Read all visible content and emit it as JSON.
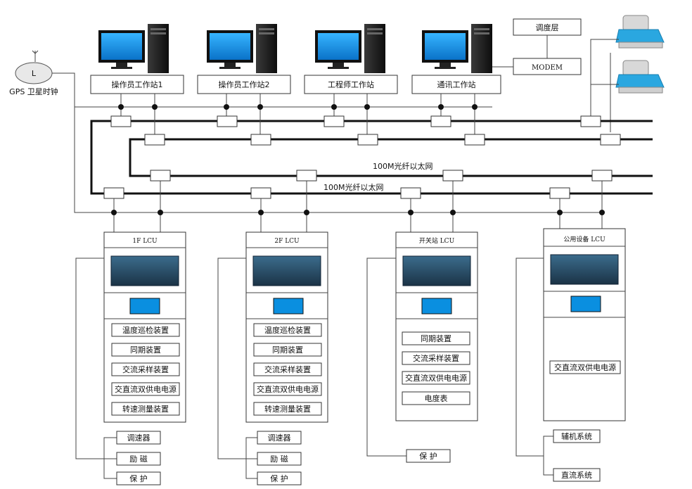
{
  "workstations": [
    {
      "label": "操作员工作站1"
    },
    {
      "label": "操作员工作站2"
    },
    {
      "label": "工程师工作站"
    },
    {
      "label": "通讯工作站"
    }
  ],
  "dispatch_label": "调度层",
  "modem_label": "MODEM",
  "gps": {
    "clock_letter": "L",
    "label": "GPS 卫星时钟"
  },
  "network_labels": [
    "100M光纤以太网",
    "100M光纤以太网"
  ],
  "lcus": [
    {
      "title": "1F   LCU",
      "devices": [
        "温度巡检装置",
        "同期装置",
        "交流采样装置",
        "交直流双供电电源",
        "转速测量装置"
      ],
      "external": [
        "调速器",
        "励  磁",
        "保  护"
      ]
    },
    {
      "title": "2F   LCU",
      "devices": [
        "温度巡检装置",
        "同期装置",
        "交流采样装置",
        "交直流双供电电源",
        "转速测量装置"
      ],
      "external": [
        "调速器",
        "励  磁",
        "保  护"
      ]
    },
    {
      "title": "开关站 LCU",
      "devices": [
        "同期装置",
        "交流采样装置",
        "交直流双供电电源",
        "电度表"
      ],
      "external": [
        "保  护"
      ]
    },
    {
      "title": "公用设备 LCU",
      "devices": [
        "交直流双供电电源"
      ],
      "external": [
        "辅机系统",
        "直流系统"
      ]
    }
  ],
  "colors": {
    "screen": "#0a8fe0",
    "printer": "#2aa7e0",
    "rack": "#24455e",
    "line": "#111111"
  }
}
